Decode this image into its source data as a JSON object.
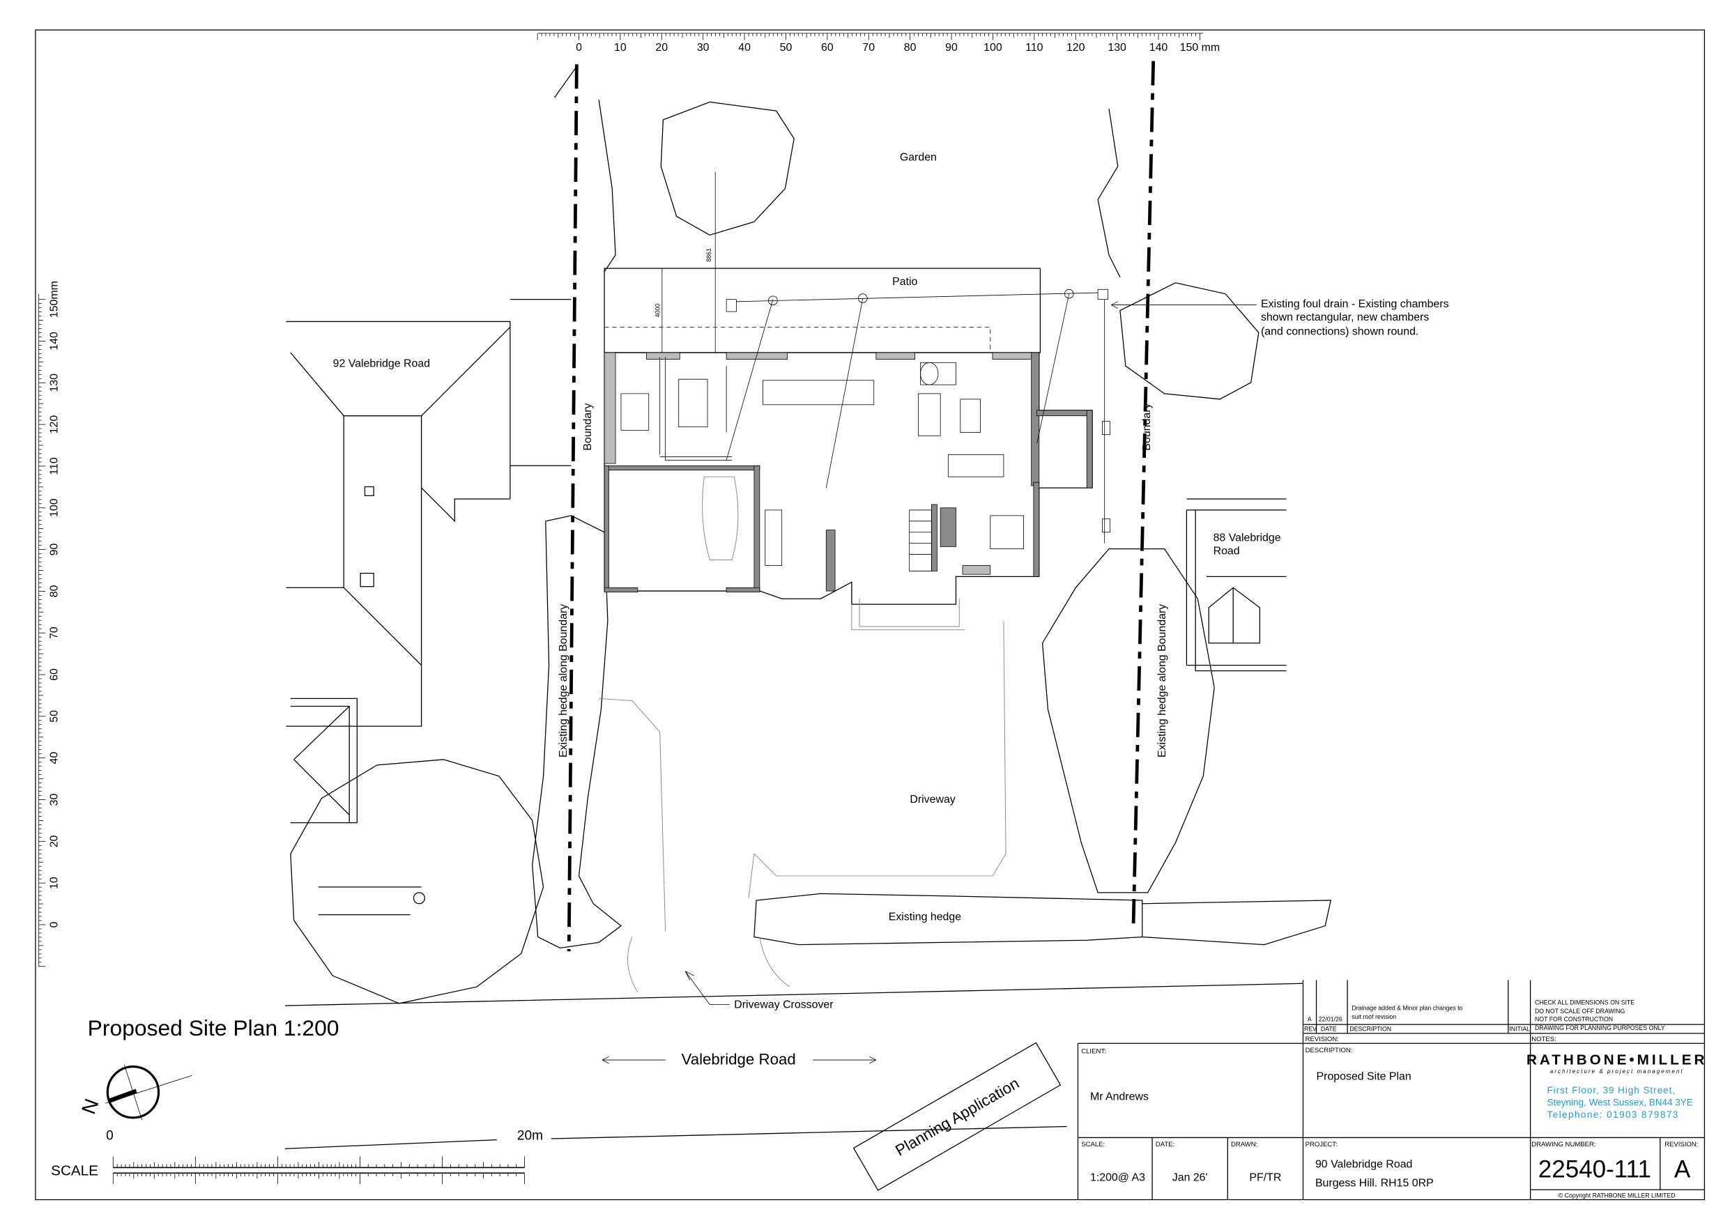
{
  "ruler_top": {
    "labels": [
      "0",
      "10",
      "20",
      "30",
      "40",
      "50",
      "60",
      "70",
      "80",
      "90",
      "100",
      "110",
      "120",
      "130",
      "140",
      "150"
    ],
    "unit": "mm"
  },
  "ruler_left": {
    "labels": [
      "0",
      "10",
      "20",
      "30",
      "40",
      "50",
      "60",
      "70",
      "80",
      "90",
      "100",
      "110",
      "120",
      "130",
      "140",
      "150"
    ],
    "unit": "mm"
  },
  "labels": {
    "garden": "Garden",
    "patio": "Patio",
    "neighbour_left": "92 Valebridge Road",
    "neighbour_right_1": "88 Valebridge",
    "neighbour_right_2": "Road",
    "boundary_left": "Boundary",
    "boundary_right": "Boundary",
    "hedge_left": "Existing hedge along Boundary",
    "hedge_right": "Existing hedge along Boundary",
    "driveway": "Driveway",
    "existing_hedge": "Existing hedge",
    "driveway_crossover": "Driveway Crossover",
    "drain_note": [
      "Existing foul drain - Existing chambers",
      "shown rectangular, new chambers",
      "(and connections) shown round."
    ],
    "dim_8861": "8861",
    "dim_4000": "4000",
    "road": "Valebridge Road"
  },
  "drawing_title": "Proposed Site Plan 1:200",
  "north_label": "N",
  "scale_bar": {
    "label": "SCALE",
    "start": "0",
    "end": "20m"
  },
  "stamp": "Planning Application",
  "title_block": {
    "revisions": [
      {
        "rev": "A",
        "date": "22/01/26",
        "description_1": "Drainage added & Minor plan changes to",
        "description_2": "suit roof revision",
        "initial": ""
      }
    ],
    "rev_headers": {
      "rev": "REV",
      "date": "DATE",
      "description": "DESCRIPTION",
      "initial": "INITIAL"
    },
    "notes": [
      "CHECK ALL DIMENSIONS ON SITE",
      "DO NOT SCALE OFF DRAWING",
      "NOT FOR CONSTRUCTION",
      "DRAWING FOR PLANNING PURPOSES ONLY"
    ],
    "revision_label": "REVISION:",
    "notes_label": "NOTES:",
    "client_label": "CLIENT:",
    "client": "Mr Andrews",
    "description_label": "DESCRIPTION:",
    "description": "Proposed Site Plan",
    "scale_label": "SCALE:",
    "scale": "1:200@ A3",
    "date_label": "DATE:",
    "date": "Jan 26'",
    "drawn_label": "DRAWN:",
    "drawn": "PF/TR",
    "project_label": "PROJECT:",
    "project_1": "90 Valebridge Road",
    "project_2": "Burgess Hill. RH15 0RP",
    "drawing_number_label": "DRAWING NUMBER:",
    "drawing_number": "22540-111",
    "revision_col_label": "REVISION:",
    "revision": "A",
    "company": {
      "name": "RATHBONE•MILLER",
      "tagline": "architecture & project management",
      "address_1": "First Floor, 39 High Street,",
      "address_2": "Steyning, West Sussex, BN44 3YE",
      "phone": "Telephone: 01903 879873",
      "accent": "#1e9bd7"
    },
    "copyright": "© Copyright RATHBONE MILLER LIMITED"
  }
}
